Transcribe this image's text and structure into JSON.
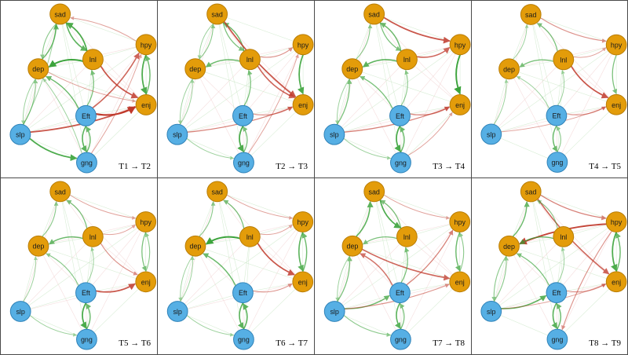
{
  "colors": {
    "emotion_node": "#e39c0a",
    "emotion_stroke": "#b97d06",
    "behavior_node": "#56afe4",
    "behavior_stroke": "#2f82b8",
    "positive_edge": "#2f9e2f",
    "negative_edge": "#c0392b"
  },
  "nodes": [
    {
      "id": "sad",
      "label": "sad",
      "group": "emotion"
    },
    {
      "id": "hpy",
      "label": "hpy",
      "group": "emotion"
    },
    {
      "id": "lnl",
      "label": "lnl",
      "group": "emotion"
    },
    {
      "id": "dep",
      "label": "dep",
      "group": "emotion"
    },
    {
      "id": "enj",
      "label": "enj",
      "group": "emotion"
    },
    {
      "id": "eft",
      "label": "Eft",
      "group": "behavior"
    },
    {
      "id": "slp",
      "label": "slp",
      "group": "behavior"
    },
    {
      "id": "gng",
      "label": "gng",
      "group": "behavior"
    }
  ],
  "panels": [
    {
      "caption": "T1 → T2",
      "edges": [
        [
          "lnl",
          "sad",
          "pos",
          0.8
        ],
        [
          "sad",
          "lnl",
          "pos",
          0.7
        ],
        [
          "lnl",
          "dep",
          "pos",
          0.9
        ],
        [
          "eft",
          "enj",
          "neg",
          1.0
        ],
        [
          "slp",
          "enj",
          "neg",
          0.8
        ],
        [
          "eft",
          "hpy",
          "neg",
          0.7
        ],
        [
          "lnl",
          "enj",
          "neg",
          0.8
        ],
        [
          "hpy",
          "enj",
          "pos",
          0.8
        ],
        [
          "enj",
          "hpy",
          "pos",
          0.6
        ],
        [
          "slp",
          "gng",
          "pos",
          0.8
        ],
        [
          "eft",
          "gng",
          "pos",
          0.7
        ],
        [
          "gng",
          "eft",
          "pos",
          0.6
        ],
        [
          "dep",
          "sad",
          "pos",
          0.6
        ],
        [
          "slp",
          "dep",
          "pos",
          0.4
        ],
        [
          "eft",
          "dep",
          "pos",
          0.6
        ],
        [
          "sad",
          "dep",
          "pos",
          0.4
        ],
        [
          "slp",
          "sad",
          "pos",
          0.3
        ],
        [
          "eft",
          "lnl",
          "pos",
          0.5
        ],
        [
          "dep",
          "slp",
          "pos",
          0.3
        ],
        [
          "gng",
          "dep",
          "pos",
          0.3
        ],
        [
          "hpy",
          "sad",
          "neg",
          0.3
        ],
        [
          "gng",
          "hpy",
          "neg",
          0.3
        ],
        [
          "dep",
          "enj",
          "neg",
          0.3
        ]
      ]
    },
    {
      "caption": "T2 → T3",
      "edges": [
        [
          "lnl",
          "sad",
          "pos",
          0.6
        ],
        [
          "sad",
          "lnl",
          "pos",
          0.5
        ],
        [
          "sad",
          "enj",
          "neg",
          0.8
        ],
        [
          "lnl",
          "enj",
          "neg",
          0.7
        ],
        [
          "hpy",
          "enj",
          "pos",
          0.8
        ],
        [
          "eft",
          "gng",
          "pos",
          0.8
        ],
        [
          "gng",
          "eft",
          "pos",
          0.5
        ],
        [
          "lnl",
          "dep",
          "pos",
          0.6
        ],
        [
          "eft",
          "lnl",
          "pos",
          0.5
        ],
        [
          "slp",
          "dep",
          "pos",
          0.3
        ],
        [
          "dep",
          "sad",
          "pos",
          0.4
        ],
        [
          "slp",
          "enj",
          "neg",
          0.5
        ],
        [
          "eft",
          "enj",
          "neg",
          0.4
        ],
        [
          "lnl",
          "hpy",
          "neg",
          0.4
        ],
        [
          "gng",
          "hpy",
          "neg",
          0.3
        ],
        [
          "slp",
          "gng",
          "pos",
          0.3
        ],
        [
          "dep",
          "slp",
          "pos",
          0.3
        ],
        [
          "sad",
          "dep",
          "pos",
          0.3
        ]
      ]
    },
    {
      "caption": "T3 → T4",
      "edges": [
        [
          "sad",
          "hpy",
          "neg",
          0.8
        ],
        [
          "lnl",
          "hpy",
          "neg",
          0.7
        ],
        [
          "hpy",
          "enj",
          "pos",
          0.9
        ],
        [
          "lnl",
          "dep",
          "pos",
          0.7
        ],
        [
          "eft",
          "gng",
          "pos",
          0.8
        ],
        [
          "gng",
          "eft",
          "pos",
          0.6
        ],
        [
          "lnl",
          "sad",
          "pos",
          0.6
        ],
        [
          "sad",
          "lnl",
          "pos",
          0.5
        ],
        [
          "slp",
          "dep",
          "pos",
          0.5
        ],
        [
          "eft",
          "dep",
          "pos",
          0.5
        ],
        [
          "eft",
          "enj",
          "neg",
          0.5
        ],
        [
          "slp",
          "enj",
          "neg",
          0.5
        ],
        [
          "dep",
          "sad",
          "pos",
          0.4
        ],
        [
          "eft",
          "lnl",
          "pos",
          0.4
        ],
        [
          "slp",
          "gng",
          "pos",
          0.3
        ],
        [
          "dep",
          "slp",
          "pos",
          0.3
        ],
        [
          "gng",
          "enj",
          "neg",
          0.3
        ]
      ]
    },
    {
      "caption": "T4 → T5",
      "edges": [
        [
          "lnl",
          "enj",
          "neg",
          0.8
        ],
        [
          "lnl",
          "sad",
          "pos",
          0.5
        ],
        [
          "lnl",
          "dep",
          "pos",
          0.5
        ],
        [
          "hpy",
          "enj",
          "pos",
          0.5
        ],
        [
          "eft",
          "gng",
          "pos",
          0.6
        ],
        [
          "gng",
          "eft",
          "pos",
          0.4
        ],
        [
          "sad",
          "hpy",
          "neg",
          0.4
        ],
        [
          "dep",
          "sad",
          "pos",
          0.3
        ],
        [
          "slp",
          "dep",
          "pos",
          0.3
        ],
        [
          "eft",
          "dep",
          "pos",
          0.3
        ],
        [
          "eft",
          "enj",
          "neg",
          0.4
        ],
        [
          "slp",
          "enj",
          "neg",
          0.3
        ],
        [
          "lnl",
          "hpy",
          "neg",
          0.3
        ],
        [
          "eft",
          "lnl",
          "pos",
          0.3
        ]
      ]
    },
    {
      "caption": "T5 → T6",
      "edges": [
        [
          "eft",
          "enj",
          "neg",
          0.8
        ],
        [
          "lnl",
          "dep",
          "pos",
          0.6
        ],
        [
          "eft",
          "gng",
          "pos",
          0.8
        ],
        [
          "gng",
          "eft",
          "pos",
          0.6
        ],
        [
          "hpy",
          "enj",
          "pos",
          0.5
        ],
        [
          "enj",
          "hpy",
          "pos",
          0.4
        ],
        [
          "lnl",
          "sad",
          "pos",
          0.5
        ],
        [
          "dep",
          "sad",
          "pos",
          0.4
        ],
        [
          "slp",
          "dep",
          "pos",
          0.3
        ],
        [
          "eft",
          "dep",
          "pos",
          0.4
        ],
        [
          "lnl",
          "enj",
          "neg",
          0.4
        ],
        [
          "sad",
          "hpy",
          "neg",
          0.3
        ],
        [
          "slp",
          "gng",
          "pos",
          0.3
        ],
        [
          "eft",
          "lnl",
          "pos",
          0.3
        ],
        [
          "lnl",
          "hpy",
          "neg",
          0.3
        ]
      ]
    },
    {
      "caption": "T6 → T7",
      "edges": [
        [
          "lnl",
          "dep",
          "pos",
          0.9
        ],
        [
          "lnl",
          "enj",
          "neg",
          0.8
        ],
        [
          "hpy",
          "enj",
          "pos",
          0.7
        ],
        [
          "enj",
          "hpy",
          "pos",
          0.6
        ],
        [
          "eft",
          "gng",
          "pos",
          0.7
        ],
        [
          "gng",
          "eft",
          "pos",
          0.7
        ],
        [
          "eft",
          "dep",
          "pos",
          0.6
        ],
        [
          "lnl",
          "sad",
          "pos",
          0.5
        ],
        [
          "dep",
          "sad",
          "pos",
          0.4
        ],
        [
          "slp",
          "dep",
          "pos",
          0.3
        ],
        [
          "eft",
          "enj",
          "neg",
          0.4
        ],
        [
          "sad",
          "hpy",
          "neg",
          0.3
        ],
        [
          "dep",
          "slp",
          "pos",
          0.3
        ],
        [
          "lnl",
          "hpy",
          "neg",
          0.3
        ],
        [
          "slp",
          "gng",
          "pos",
          0.3
        ]
      ]
    },
    {
      "caption": "T7 → T8",
      "edges": [
        [
          "sad",
          "lnl",
          "pos",
          0.8
        ],
        [
          "lnl",
          "sad",
          "pos",
          0.5
        ],
        [
          "dep",
          "enj",
          "neg",
          0.7
        ],
        [
          "dep",
          "sad",
          "pos",
          0.7
        ],
        [
          "eft",
          "dep",
          "neg",
          0.6
        ],
        [
          "eft",
          "hpy",
          "neg",
          0.5
        ],
        [
          "hpy",
          "enj",
          "pos",
          0.6
        ],
        [
          "enj",
          "hpy",
          "pos",
          0.4
        ],
        [
          "eft",
          "gng",
          "pos",
          0.7
        ],
        [
          "gng",
          "eft",
          "pos",
          0.5
        ],
        [
          "slp",
          "eft",
          "pos",
          0.6
        ],
        [
          "slp",
          "dep",
          "pos",
          0.5
        ],
        [
          "lnl",
          "dep",
          "pos",
          0.5
        ],
        [
          "eft",
          "lnl",
          "pos",
          0.5
        ],
        [
          "slp",
          "enj",
          "neg",
          0.4
        ],
        [
          "slp",
          "gng",
          "pos",
          0.4
        ],
        [
          "dep",
          "slp",
          "pos",
          0.3
        ],
        [
          "sad",
          "hpy",
          "neg",
          0.3
        ]
      ]
    },
    {
      "caption": "T8 → T9",
      "edges": [
        [
          "hpy",
          "dep",
          "neg",
          0.9
        ],
        [
          "lnl",
          "dep",
          "pos",
          0.6
        ],
        [
          "sad",
          "enj",
          "neg",
          0.7
        ],
        [
          "hpy",
          "enj",
          "pos",
          0.8
        ],
        [
          "enj",
          "hpy",
          "pos",
          0.6
        ],
        [
          "eft",
          "gng",
          "pos",
          0.7
        ],
        [
          "gng",
          "eft",
          "pos",
          0.6
        ],
        [
          "slp",
          "eft",
          "pos",
          0.7
        ],
        [
          "dep",
          "sad",
          "pos",
          0.6
        ],
        [
          "lnl",
          "sad",
          "pos",
          0.4
        ],
        [
          "slp",
          "dep",
          "pos",
          0.4
        ],
        [
          "eft",
          "dep",
          "pos",
          0.5
        ],
        [
          "dep",
          "slp",
          "pos",
          0.4
        ],
        [
          "sad",
          "hpy",
          "neg",
          0.5
        ],
        [
          "eft",
          "enj",
          "neg",
          0.4
        ],
        [
          "slp",
          "enj",
          "neg",
          0.3
        ],
        [
          "hpy",
          "gng",
          "neg",
          0.4
        ],
        [
          "eft",
          "lnl",
          "pos",
          0.3
        ]
      ]
    }
  ]
}
